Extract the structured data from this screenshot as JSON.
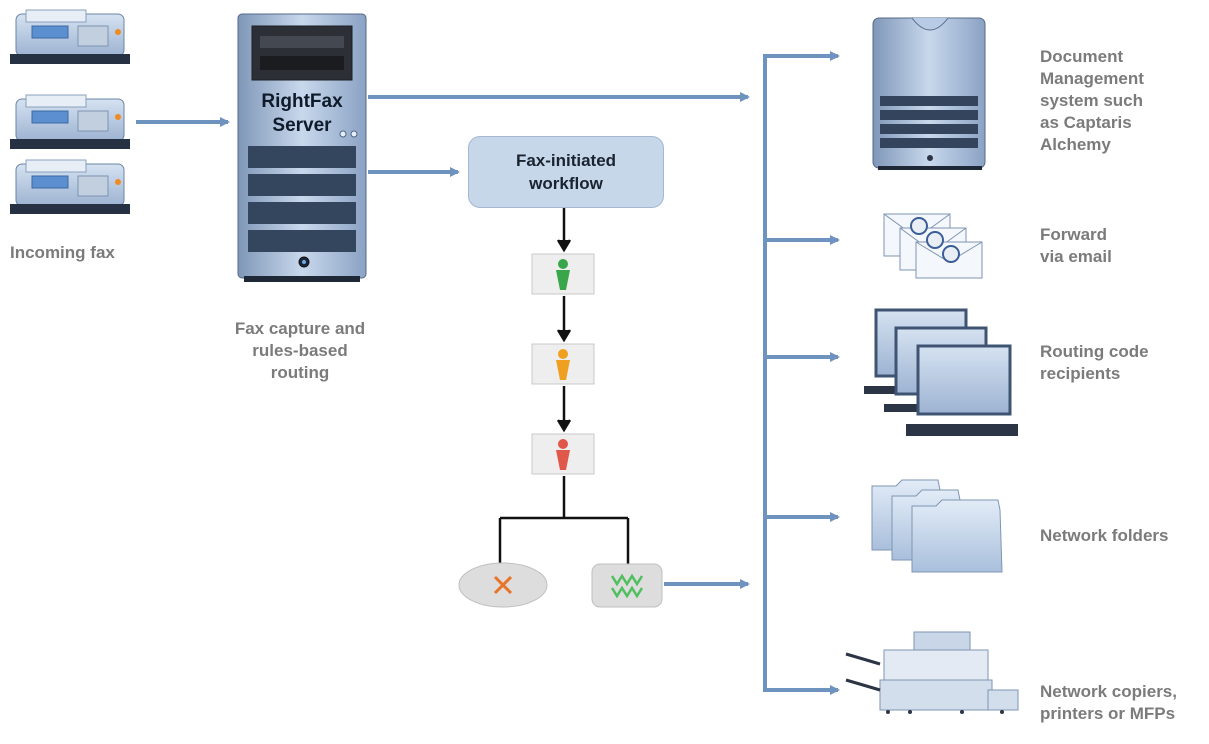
{
  "colors": {
    "arrow": "#6f93bf",
    "device_blue": "#a8bfdc",
    "device_dark": "#2b3545",
    "workflow_box": "#c7d7ea",
    "label_gray": "#7b7b7b",
    "reject": "#e8742a",
    "approve": "#4fbf5f"
  },
  "labels": {
    "incoming_fax": "Incoming fax",
    "server_line1": "RightFax",
    "server_line2": "Server",
    "capture_line1": "Fax capture and",
    "capture_line2": "rules-based",
    "capture_line3": "routing",
    "workflow_line1": "Fax-initiated",
    "workflow_line2": "workflow"
  },
  "workflow": {
    "approver_colors": [
      "#3aa64a",
      "#f0a020",
      "#e0584a"
    ],
    "reject_symbol": "×",
    "approve_symbol": "approve-check-icon"
  },
  "destinations": [
    {
      "icon": "dms-server-icon",
      "lines": [
        "Document",
        "Management",
        "system such",
        "as Captaris",
        "Alchemy"
      ]
    },
    {
      "icon": "email-envelopes-icon",
      "lines": [
        "Forward",
        "via email"
      ]
    },
    {
      "icon": "computers-icon",
      "lines": [
        "Routing code",
        "recipients"
      ]
    },
    {
      "icon": "folders-icon",
      "lines": [
        "Network folders"
      ]
    },
    {
      "icon": "copier-icon",
      "lines": [
        "Network copiers,",
        "printers or MFPs"
      ]
    }
  ]
}
